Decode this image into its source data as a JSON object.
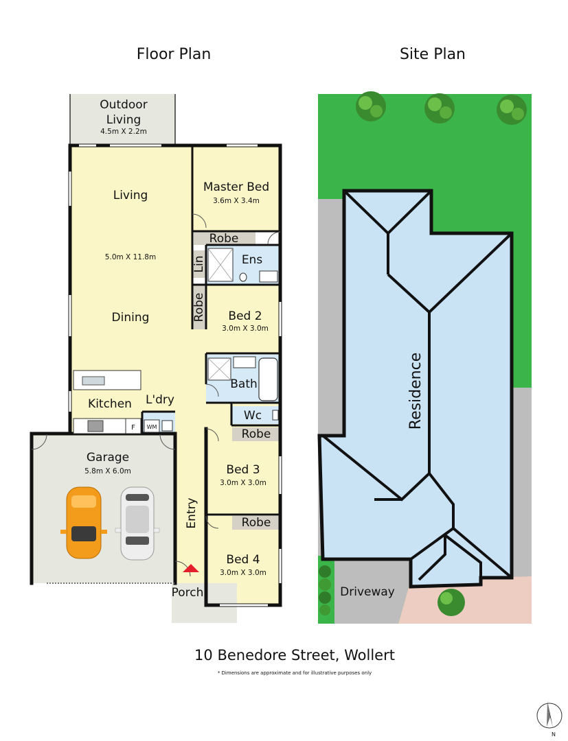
{
  "headings": {
    "floor_plan": "Floor Plan",
    "site_plan": "Site Plan"
  },
  "rooms": {
    "outdoor": {
      "name_line1": "Outdoor",
      "name_line2": "Living",
      "dims": "4.5m X 2.2m"
    },
    "living": {
      "name": "Living"
    },
    "living_dining_dims": "5.0m X 11.8m",
    "dining": {
      "name": "Dining"
    },
    "master": {
      "name": "Master Bed",
      "dims": "3.6m X 3.4m"
    },
    "robe_master": {
      "name": "Robe"
    },
    "ens": {
      "name": "Ens"
    },
    "lin": {
      "name": "Lin"
    },
    "robe_bed2": {
      "name": "Robe"
    },
    "bed2": {
      "name": "Bed 2",
      "dims": "3.0m X 3.0m"
    },
    "bath": {
      "name": "Bath"
    },
    "wc": {
      "name": "Wc"
    },
    "robe_bed3": {
      "name": "Robe"
    },
    "bed3": {
      "name": "Bed 3",
      "dims": "3.0m X 3.0m"
    },
    "robe_bed4": {
      "name": "Robe"
    },
    "bed4": {
      "name": "Bed 4",
      "dims": "3.0m X 3.0m"
    },
    "kitchen": {
      "name": "Kitchen"
    },
    "laundry": {
      "name": "L'dry"
    },
    "fridge": {
      "name": "F"
    },
    "washer": {
      "name": "WM"
    },
    "garage": {
      "name": "Garage",
      "dims": "5.8m X 6.0m"
    },
    "entry": {
      "name": "Entry"
    },
    "porch": {
      "name": "Porch"
    }
  },
  "site": {
    "residence": "Residence",
    "driveway": "Driveway"
  },
  "address": "10 Benedore Street, Wollert",
  "disclaimer": "* Dimensions are approximate and for illustrative purposes only",
  "compass_label": "N",
  "colors": {
    "wall": "#111111",
    "room_yellow": "#fbf6c8",
    "wet_blue": "#d6e9f6",
    "robe_tan": "#d6d1c6",
    "outdoor_grey": "#e6e8df",
    "lawn_green": "#3bb54a",
    "roof_blue": "#c9e2f4",
    "path_grey": "#bdbdbd",
    "driveway_pink": "#edcdc1",
    "car_orange": "#f39b1b",
    "car_white": "#eeeeee",
    "entry_arrow_red": "#e5202b"
  }
}
